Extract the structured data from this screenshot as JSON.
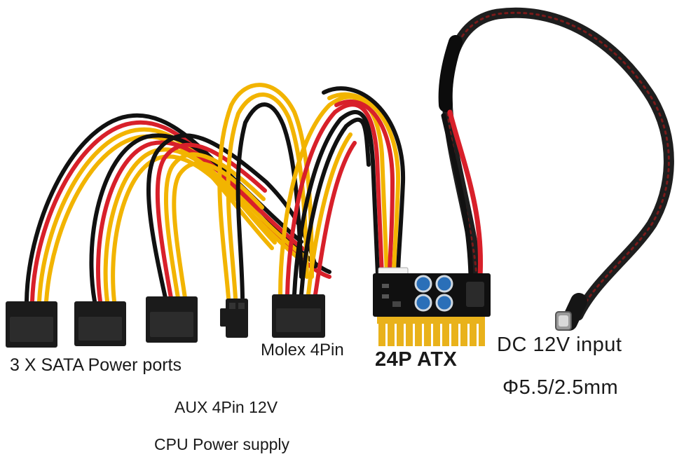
{
  "labels": {
    "sata": "3 X SATA Power ports",
    "molex": "Molex 4Pin",
    "atx": "24P ATX",
    "dc_input": "DC 12V input",
    "dc_size": "Φ5.5/2.5mm",
    "aux": "AUX 4Pin 12V",
    "cpu": "CPU Power supply"
  },
  "colors": {
    "background": "#ffffff",
    "wire_yellow": "#f2b400",
    "wire_red": "#d8202a",
    "wire_black": "#111111",
    "connector_black": "#1b1b1b",
    "pcb_black": "#101010",
    "pin_gold": "#e9b21b",
    "sleeve_black": "#202020",
    "sleeve_red_weave": "#7a1a1a"
  }
}
